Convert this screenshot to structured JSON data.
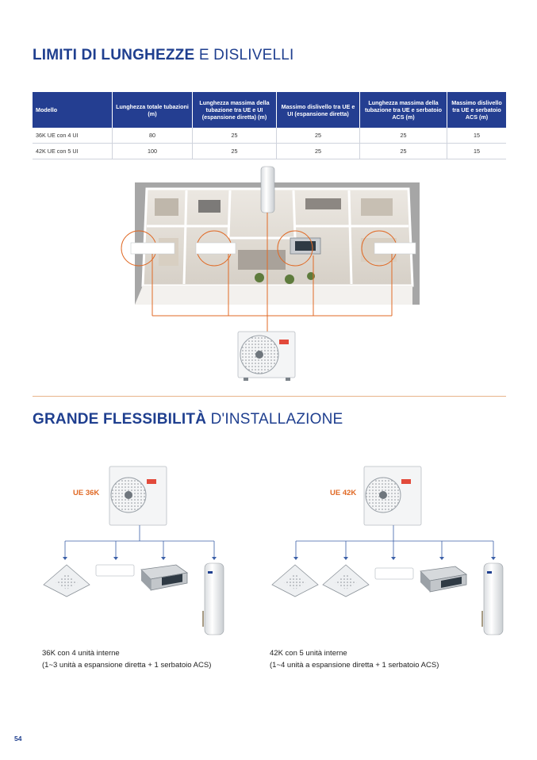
{
  "section1": {
    "title_bold": "LIMITI DI LUNGHEZZE",
    "title_light": "E DISLIVELLI",
    "table": {
      "headers": [
        "Modello",
        "Lunghezza totale tubazioni (m)",
        "Lunghezza massima della tubazione tra UE e UI (espansione diretta) (m)",
        "Massimo dislivello tra UE e UI (espansione diretta)",
        "Lunghezza massima della tubazione tra UE e serbatoio ACS (m)",
        "Massimo dislivello tra UE e serbatoio ACS (m)"
      ],
      "rows": [
        [
          "36K UE con 4 UI",
          "80",
          "25",
          "25",
          "25",
          "15"
        ],
        [
          "42K UE con 5 UI",
          "100",
          "25",
          "25",
          "25",
          "15"
        ]
      ]
    }
  },
  "section2": {
    "title_bold": "GRANDE FLESSIBILITÀ",
    "title_light": "D'INSTALLAZIONE",
    "config_36": {
      "label": "UE 36K",
      "caption_line1": "36K con 4 unità interne",
      "caption_line2": "(1~3 unità a espansione diretta + 1 serbatoio ACS)"
    },
    "config_42": {
      "label": "UE 42K",
      "caption_line1": "42K con 5 unità interne",
      "caption_line2": "(1~4 unità a espansione diretta + 1 serbatoio ACS)"
    }
  },
  "page_number": "54",
  "colors": {
    "brand_blue": "#1f3f8f",
    "table_header": "#243e91",
    "accent_orange": "#e06a26",
    "pipe_line": "#3b5fa8"
  },
  "icons": [
    "outdoor-unit-icon",
    "cassette-unit-icon",
    "wall-split-icon",
    "ducted-unit-icon",
    "water-tank-icon",
    "house-floorplan-icon"
  ]
}
